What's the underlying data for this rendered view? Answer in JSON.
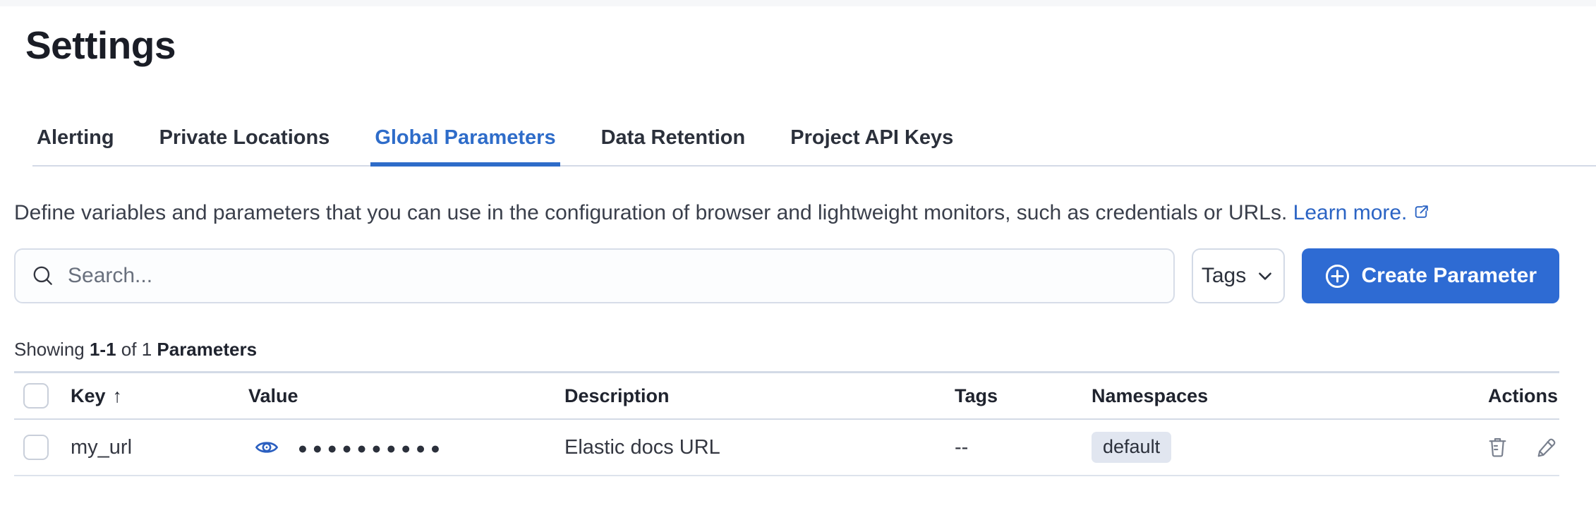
{
  "page": {
    "title": "Settings"
  },
  "tabs": [
    {
      "label": "Alerting",
      "active": false
    },
    {
      "label": "Private Locations",
      "active": false
    },
    {
      "label": "Global Parameters",
      "active": true
    },
    {
      "label": "Data Retention",
      "active": false
    },
    {
      "label": "Project API Keys",
      "active": false
    }
  ],
  "description": {
    "text": "Define variables and parameters that you can use in the configuration of browser and lightweight monitors, such as credentials or URLs.",
    "link_label": "Learn more."
  },
  "toolbar": {
    "search_placeholder": "Search...",
    "search_value": "",
    "tags_label": "Tags",
    "create_label": "Create Parameter"
  },
  "summary": {
    "showing": "Showing",
    "range": "1-1",
    "of": "of 1",
    "entity": "Parameters"
  },
  "table": {
    "headers": {
      "key": "Key",
      "value": "Value",
      "description": "Description",
      "tags": "Tags",
      "namespaces": "Namespaces",
      "actions": "Actions"
    },
    "sort": {
      "column": "Key",
      "direction_icon": "↑"
    },
    "rows": [
      {
        "key": "my_url",
        "value_masked": "●●●●●●●●●●",
        "description": "Elastic docs URL",
        "tags": "--",
        "namespace": "default"
      }
    ]
  },
  "icons": {
    "search": "search-icon",
    "chevron": "chevron-down-icon",
    "plus": "plus-in-circle-icon",
    "external": "external-link-icon",
    "eye": "eye-icon",
    "trash": "trash-icon",
    "pencil": "pencil-icon"
  },
  "colors": {
    "primary_button": "#2e6bd3",
    "active_tab": "#2e6cc9",
    "link": "#2b64c4",
    "text": "#343741",
    "border": "#d3dae6",
    "badge_bg": "#e1e6f0"
  }
}
